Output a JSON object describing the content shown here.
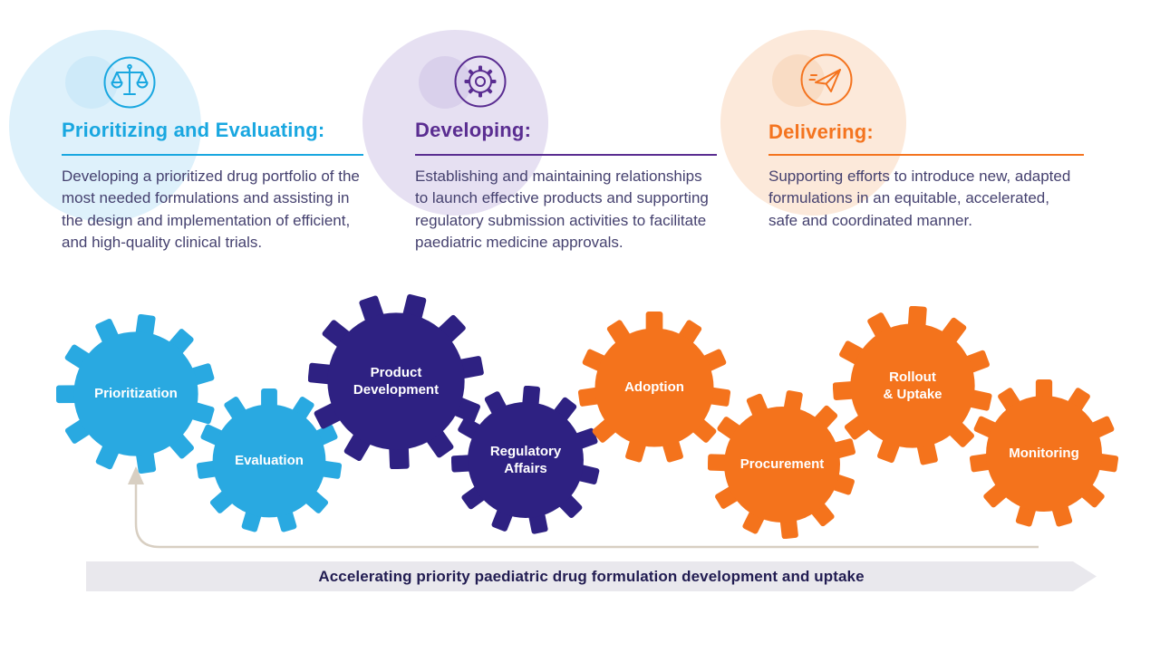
{
  "columns": [
    {
      "icon": "scales",
      "heading": "Prioritizing and Evaluating:",
      "body": "Developing a prioritized drug portfolio of the most needed formulations and assisting in the design and implementation of efficient, and high-quality clinical trials.",
      "accent": "#19a7e0",
      "bubble": "#def1fb",
      "decor": "#cbe9f8"
    },
    {
      "icon": "cog",
      "heading": "Developing:",
      "body": "Establishing and maintaining relationships to launch effective products and supporting regulatory submission activities to facilitate paediatric medicine approvals.",
      "accent": "#5a2d91",
      "bubble": "#e6e0f2",
      "decor": "#d6ccea"
    },
    {
      "icon": "paper-plane",
      "heading": "Delivering:",
      "body": "Supporting efforts to introduce new, adapted formulations in an equitable, accelerated, safe and coordinated manner.",
      "accent": "#f4741f",
      "bubble": "#fce9da",
      "decor": "#f8d9c0"
    }
  ],
  "gears": [
    {
      "label": "Prioritization",
      "color": "#29a9e1"
    },
    {
      "label": "Evaluation",
      "color": "#29a9e1"
    },
    {
      "label": "Product\nDevelopment",
      "color": "#2e2182"
    },
    {
      "label": "Regulatory\nAffairs",
      "color": "#2e2182"
    },
    {
      "label": "Adoption",
      "color": "#f4731c"
    },
    {
      "label": "Procurement",
      "color": "#f4731c"
    },
    {
      "label": "Rollout\n& Uptake",
      "color": "#f4731c"
    },
    {
      "label": "Monitoring",
      "color": "#f4731c"
    }
  ],
  "banner": {
    "text": "Accelerating priority paediatric drug formulation development and uptake",
    "background": "#e9e8ed",
    "arrow_color": "#d8cfc2"
  }
}
